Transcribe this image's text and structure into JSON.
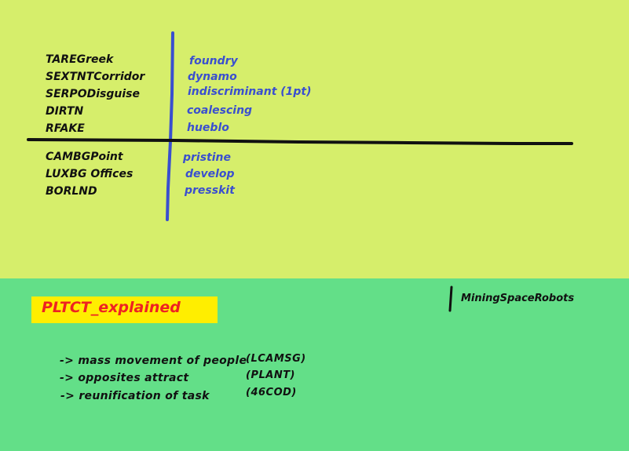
{
  "colors": {
    "top_bg": "#d6ee6b",
    "bottom_bg": "#63df88",
    "ink_blue": "#3a4fcf",
    "title_red": "#ee2222",
    "title_bg": "#ffee00"
  },
  "left_column": [
    "TAREGreek",
    "SEXTNTCorridor",
    "SERPODisguise",
    "DIRTN",
    "RFAKE",
    "CAMBGPoint",
    "LUXBG Offices",
    "BORLND"
  ],
  "right_column": [
    "foundry",
    "dynamo",
    "indiscriminant (1pt)",
    "coalescing",
    "hueblo",
    "pristine",
    "develop",
    "presskit"
  ],
  "section_title": "PLTCT_explained",
  "side_label": "MiningSpaceRobots",
  "explanations": [
    {
      "text": "-> mass movement of people",
      "code": "(LCAMSG)"
    },
    {
      "text": "-> opposites attract",
      "code": "(PLANT)"
    },
    {
      "text": "-> reunification of task",
      "code": "(46COD)"
    }
  ]
}
